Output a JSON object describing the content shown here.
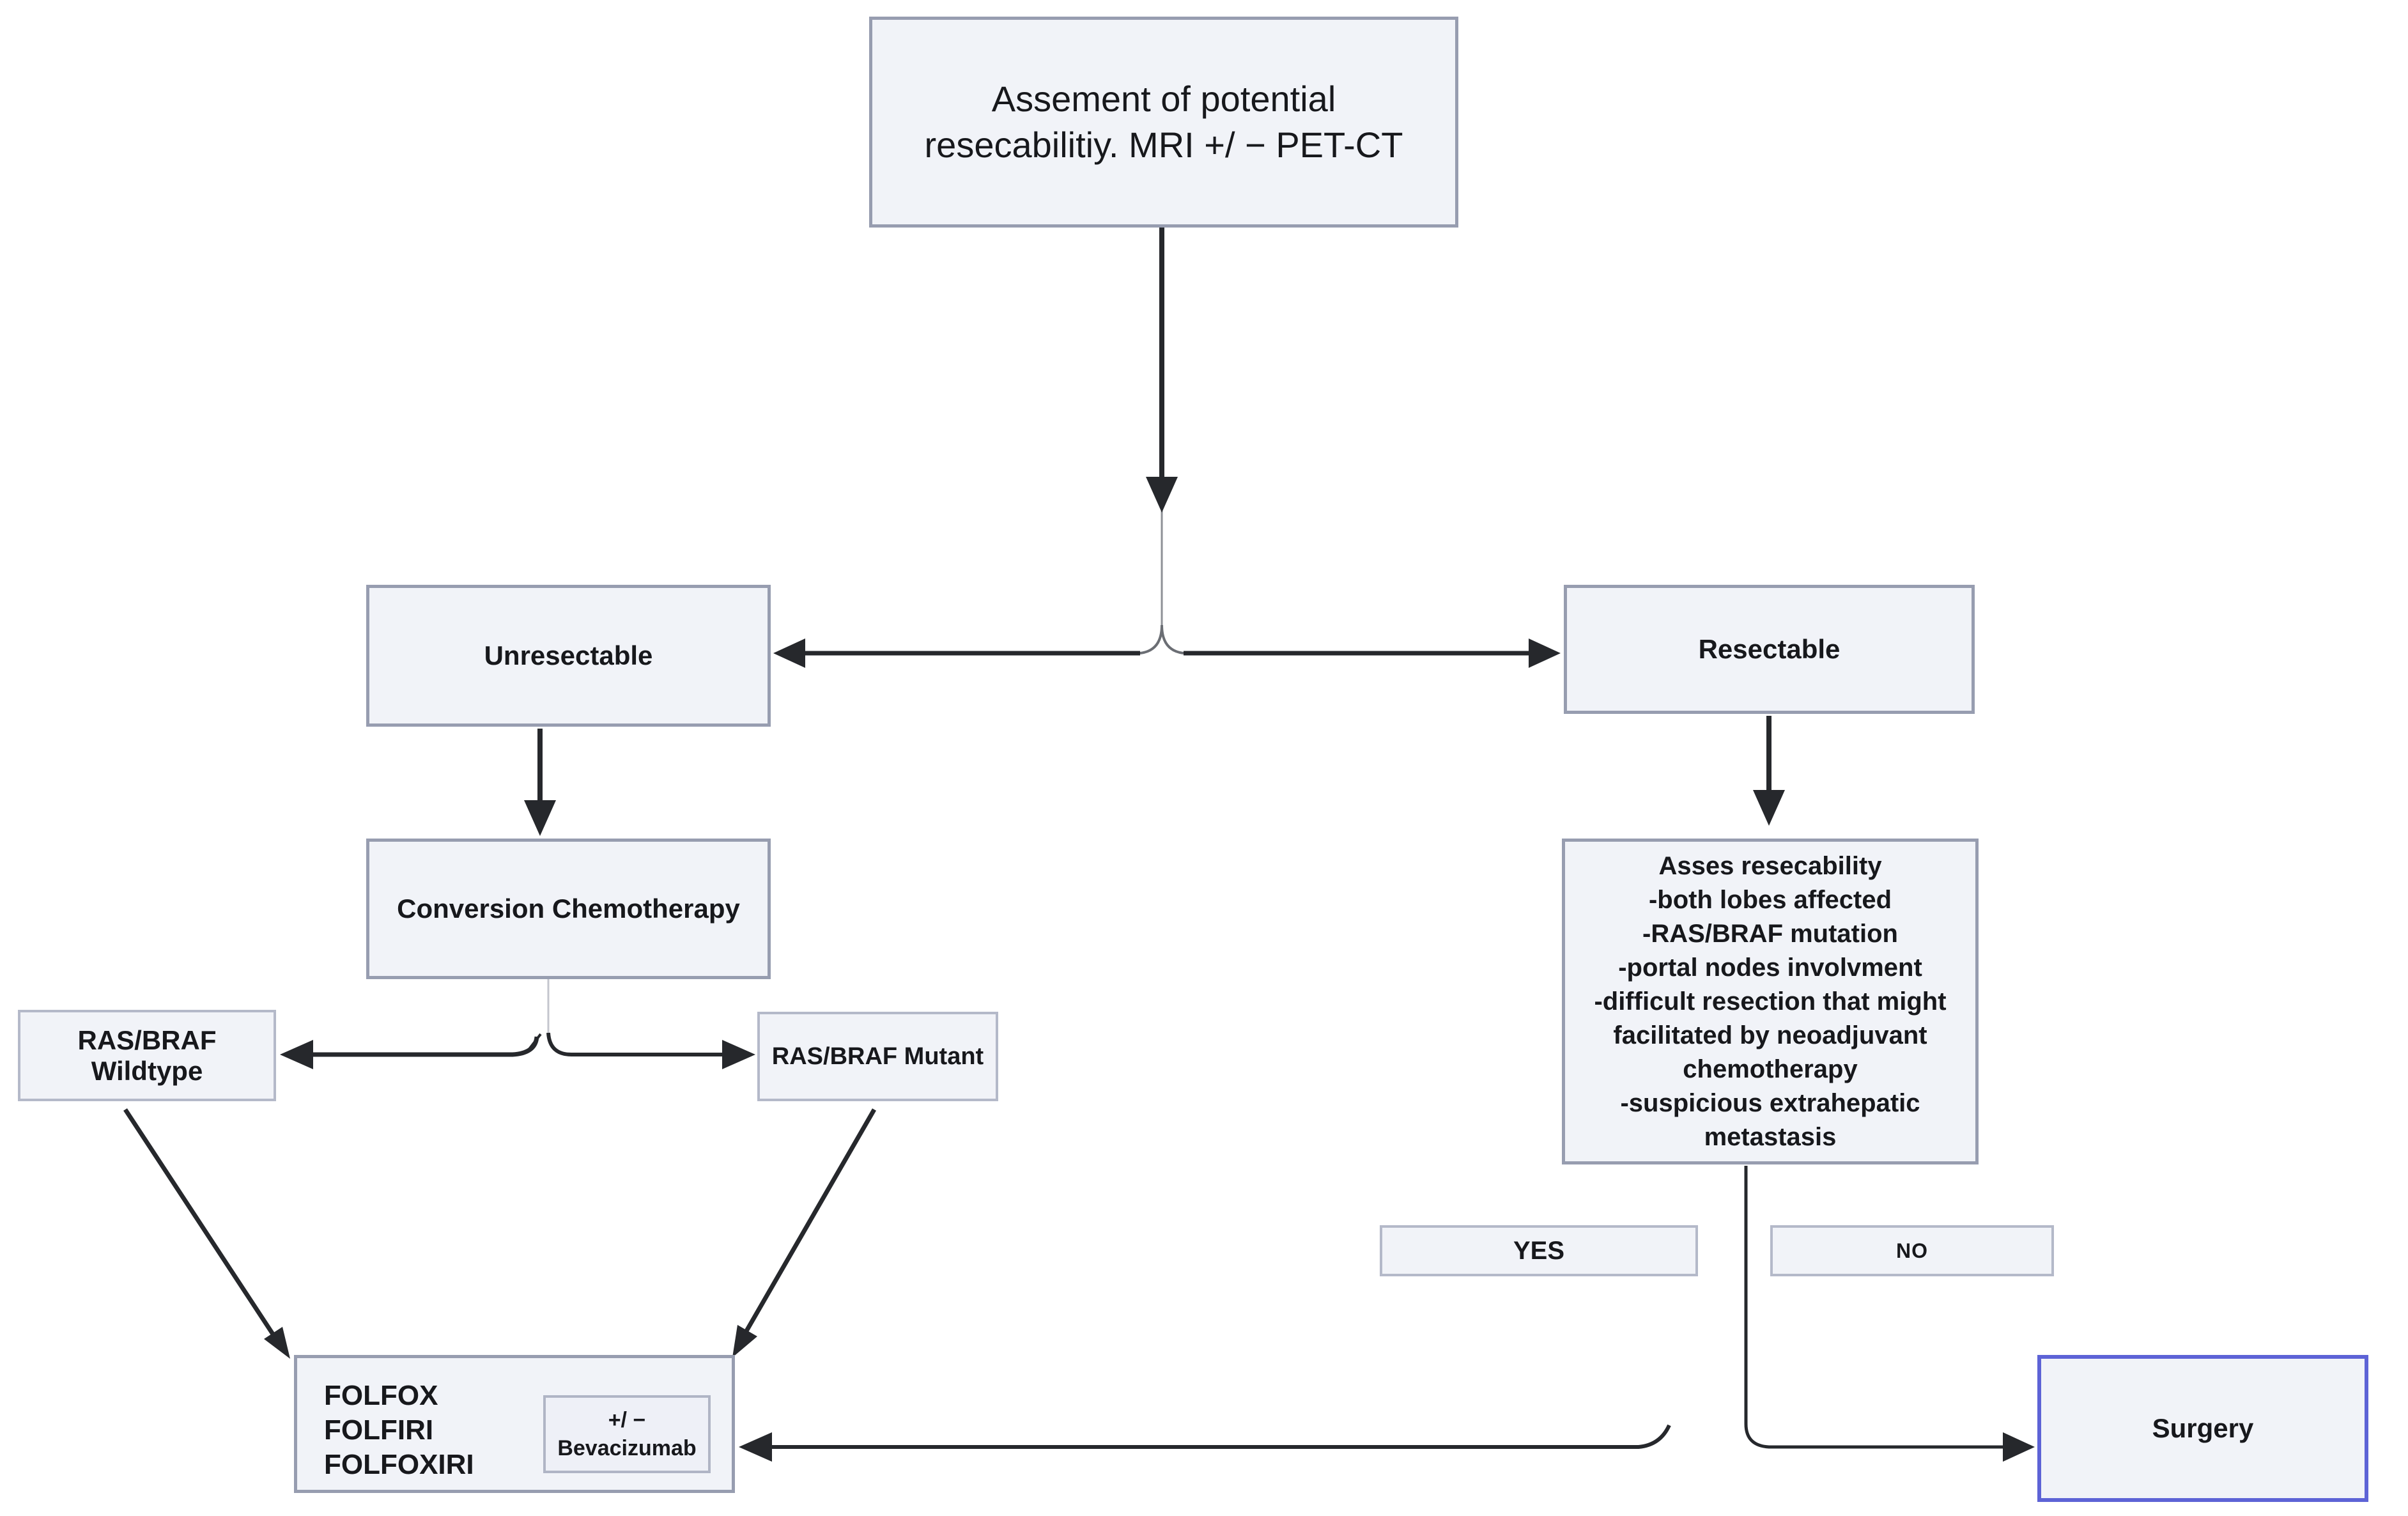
{
  "diagram": {
    "nodes": {
      "assessment": {
        "line1": "Assement of potential",
        "line2": "resecabilitiy. MRI +/ − PET-CT"
      },
      "unresectable": {
        "label": "Unresectable"
      },
      "resectable": {
        "label": "Resectable"
      },
      "conversion": {
        "label": "Conversion Chemotherapy"
      },
      "wildtype": {
        "line1": "RAS/BRAF",
        "line2": "Wildtype"
      },
      "mutant": {
        "label": "RAS/BRAF Mutant"
      },
      "assess": {
        "title": "Asses resecability",
        "items": [
          "-both lobes affected",
          "-RAS/BRAF mutation",
          "-portal nodes involvment",
          "-difficult resection that might",
          "facilitated by neoadjuvant",
          "chemotherapy",
          "-suspicious extrahepatic",
          "metastasis"
        ]
      },
      "yes": {
        "label": "YES"
      },
      "no": {
        "label": "NO"
      },
      "chemo": {
        "drugs": [
          "FOLFOX",
          "FOLFIRI",
          "FOLFOXIRI"
        ],
        "adjunct_line1": "+/ −",
        "adjunct_line2": "Bevacizumab"
      },
      "surgery": {
        "label": "Surgery"
      }
    },
    "colors": {
      "node_fill": "#f1f3f8",
      "node_border": "#979db0",
      "light_border": "#b4b9c9",
      "surgery_border": "#5d63d6",
      "arrow": "#26282c"
    }
  }
}
